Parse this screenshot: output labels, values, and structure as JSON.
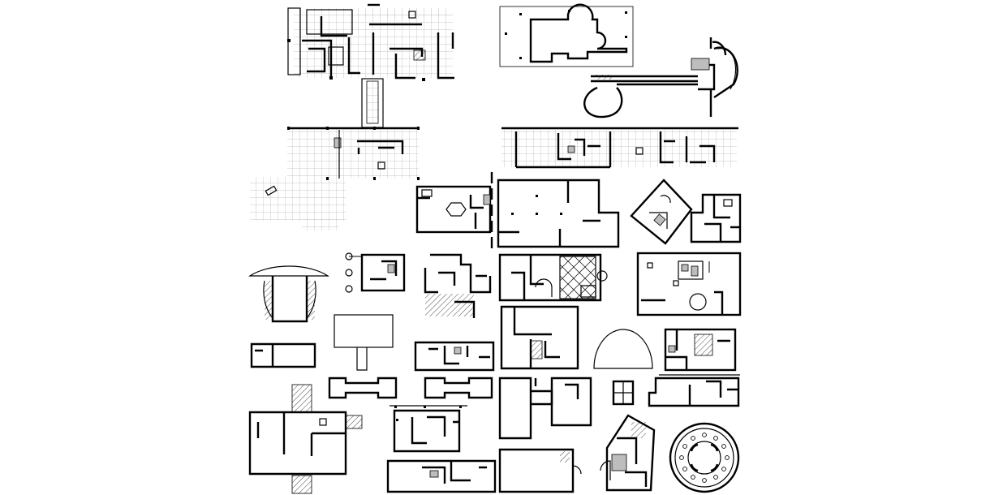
{
  "sheet": {
    "grid_color": "#b5b5b5",
    "wall_color": "#000000",
    "background": "#ffffff"
  },
  "plans": [
    {
      "id": "plan-01-grid-house"
    },
    {
      "id": "plan-02-gallery-curve"
    },
    {
      "id": "plan-03-pavilion-grid"
    },
    {
      "id": "plan-04-long-grid-house"
    },
    {
      "id": "plan-05-central-hall"
    },
    {
      "id": "plan-06-open-plan"
    },
    {
      "id": "plan-07-rotated-square"
    },
    {
      "id": "plan-08-compact-house"
    },
    {
      "id": "plan-09-fan-dome"
    },
    {
      "id": "plan-10-square-villa"
    },
    {
      "id": "plan-11-courtyard"
    },
    {
      "id": "plan-12-hatched-villa"
    },
    {
      "id": "plan-13-furnished-hall"
    },
    {
      "id": "plan-14-small-pavilion"
    },
    {
      "id": "plan-15-t-plan"
    },
    {
      "id": "plan-16-row-house"
    },
    {
      "id": "plan-17-tall-block"
    },
    {
      "id": "plan-18-semicircle"
    },
    {
      "id": "plan-19-rear-house"
    },
    {
      "id": "plan-20-wing-blocks"
    },
    {
      "id": "plan-21-twin-blocks"
    },
    {
      "id": "plan-22-palladian"
    },
    {
      "id": "plan-23-scattered-rooms"
    },
    {
      "id": "plan-24-double-house"
    },
    {
      "id": "plan-25-narrow-row"
    },
    {
      "id": "plan-26-stair-box"
    },
    {
      "id": "plan-27-angled-house"
    },
    {
      "id": "plan-28-rotunda"
    },
    {
      "id": "plan-29-small-box"
    },
    {
      "id": "plan-30-long-low-house"
    }
  ]
}
